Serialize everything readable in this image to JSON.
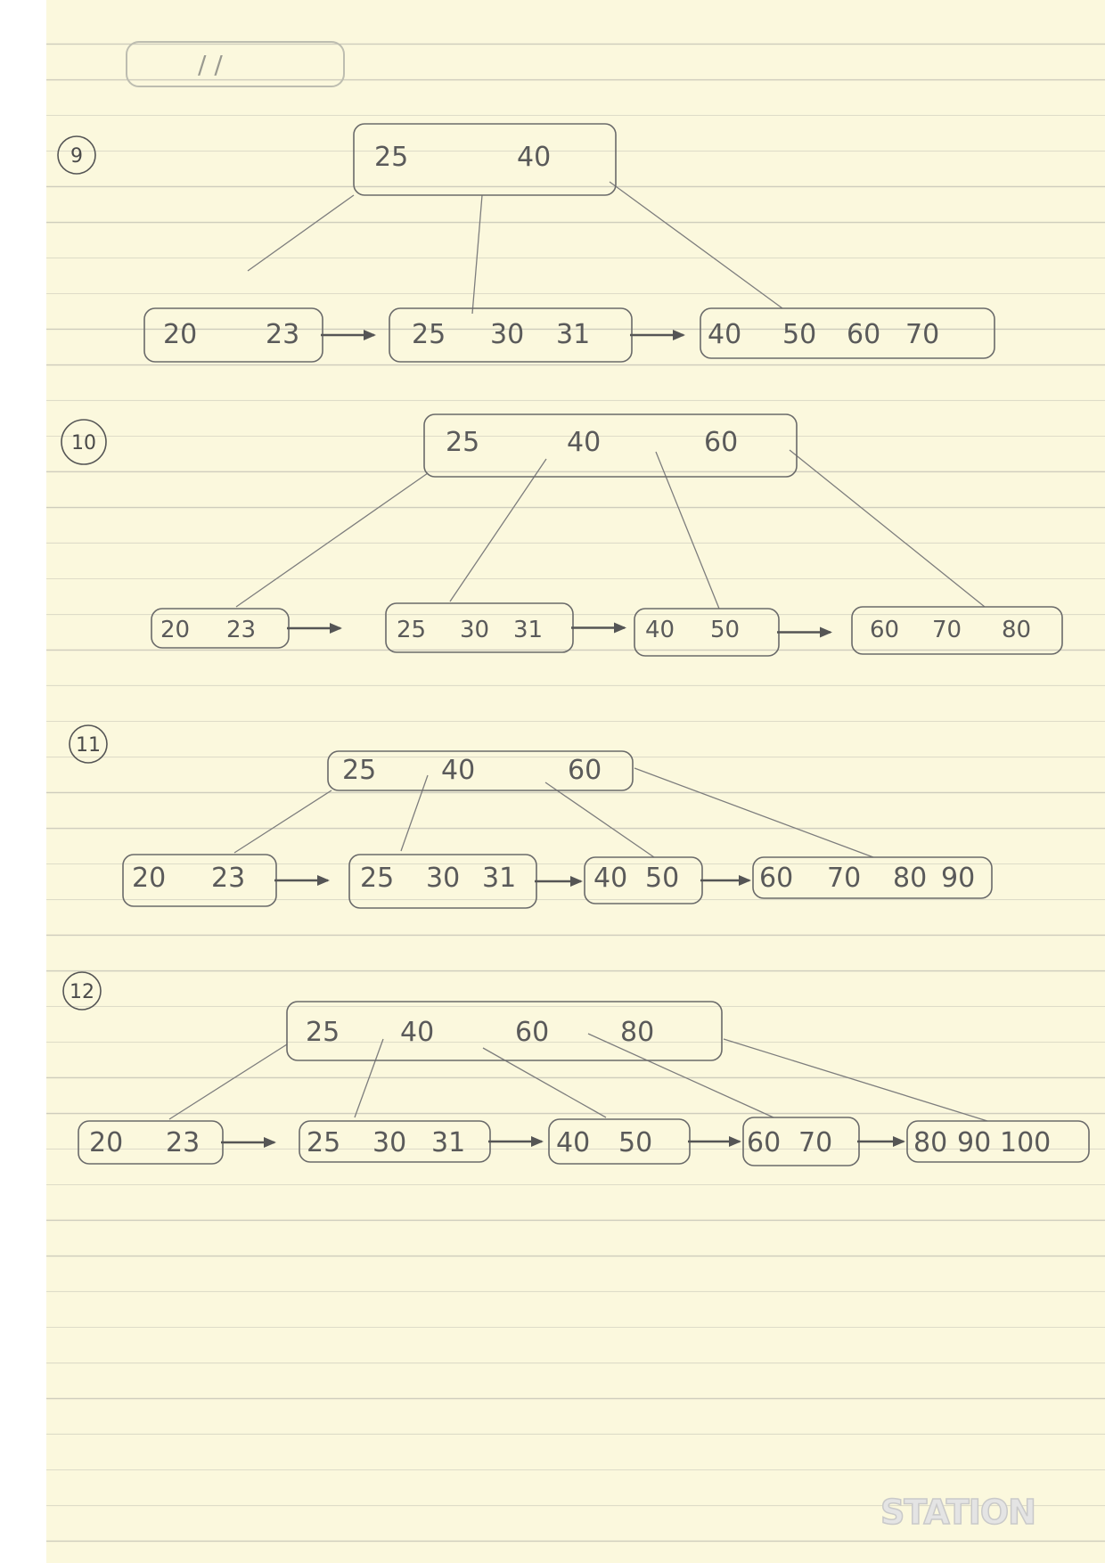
{
  "page": {
    "date_box_text": "/   /",
    "brand": "STATION"
  },
  "steps": [
    {
      "label": "9",
      "root": [
        "25",
        "40"
      ],
      "leaves": [
        [
          "20",
          "23"
        ],
        [
          "25",
          "30",
          "31"
        ],
        [
          "40",
          "50",
          "60",
          "70"
        ]
      ]
    },
    {
      "label": "10",
      "root": [
        "25",
        "40",
        "60"
      ],
      "leaves": [
        [
          "20",
          "23"
        ],
        [
          "25",
          "30",
          "31"
        ],
        [
          "40",
          "50"
        ],
        [
          "60",
          "70",
          "80"
        ]
      ]
    },
    {
      "label": "11",
      "root": [
        "25",
        "40",
        "60"
      ],
      "leaves": [
        [
          "20",
          "23"
        ],
        [
          "25",
          "30",
          "31"
        ],
        [
          "40",
          "50"
        ],
        [
          "60",
          "70",
          "80",
          "90"
        ]
      ]
    },
    {
      "label": "12",
      "root": [
        "25",
        "40",
        "60",
        "80"
      ],
      "leaves": [
        [
          "20",
          "23"
        ],
        [
          "25",
          "30",
          "31"
        ],
        [
          "40",
          "50"
        ],
        [
          "60",
          "70"
        ],
        [
          "80",
          "90",
          "100"
        ]
      ]
    }
  ]
}
